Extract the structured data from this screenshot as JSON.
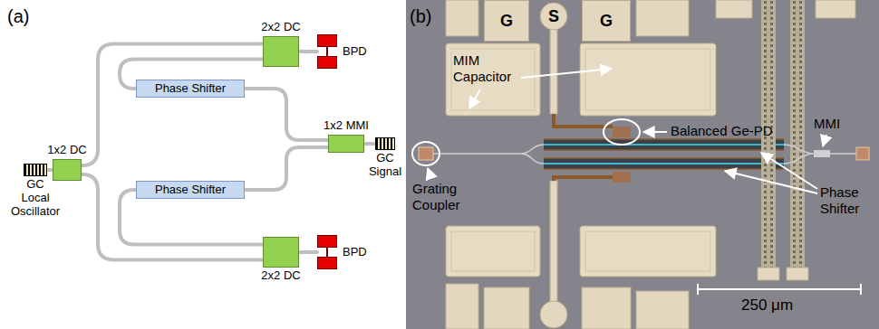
{
  "diagram": {
    "nodes": [
      {
        "text": [
          "GC",
          "Local Oscillator"
        ]
      },
      {
        "text": [
          "1x2 DC"
        ]
      },
      {
        "text": [
          "2x2 DC"
        ]
      },
      {
        "text": [
          "BPD"
        ]
      },
      {
        "text": [
          "Phase Shifter"
        ]
      },
      {
        "text": [
          "Phase Shifter"
        ]
      },
      {
        "text": [
          "2x2 DC"
        ]
      },
      {
        "text": [
          "BPD"
        ]
      },
      {
        "text": [
          "1x2 MMI"
        ]
      },
      {
        "text": [
          "GC",
          "Signal"
        ]
      },
      {
        "text": [
          "G"
        ]
      },
      {
        "text": [
          "S"
        ]
      },
      {
        "text": [
          "G"
        ]
      }
    ],
    "edges": [
      {
        "from": 0,
        "to": 1,
        "arrow": "none"
      },
      {
        "from": 1,
        "to": 2,
        "arrow": "none"
      },
      {
        "from": 1,
        "to": 6,
        "arrow": "none"
      },
      {
        "from": 2,
        "to": 4,
        "arrow": "none"
      },
      {
        "from": 4,
        "to": 8,
        "arrow": "none"
      },
      {
        "from": 2,
        "to": 3,
        "arrow": "none"
      },
      {
        "from": 6,
        "to": 5,
        "arrow": "none"
      },
      {
        "from": 5,
        "to": 8,
        "arrow": "none"
      },
      {
        "from": 6,
        "to": 7,
        "arrow": "none"
      },
      {
        "from": 8,
        "to": 9,
        "arrow": "none"
      }
    ],
    "labels": [
      "(a)",
      "(b)",
      "MIM Capacitor",
      "Balanced Ge-PD",
      "MMI",
      "Grating Coupler",
      "Phase Shifter",
      "250 μm"
    ]
  }
}
